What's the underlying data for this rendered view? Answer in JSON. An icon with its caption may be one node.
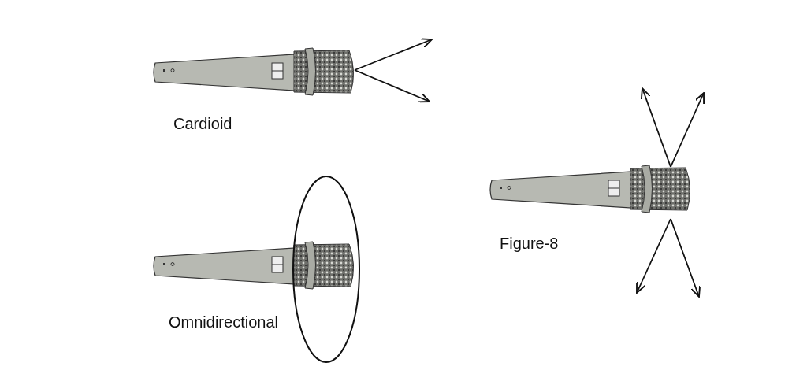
{
  "diagram": {
    "labels": [
      "Cardioid",
      "Omnidirectional",
      "Figure-8"
    ]
  }
}
